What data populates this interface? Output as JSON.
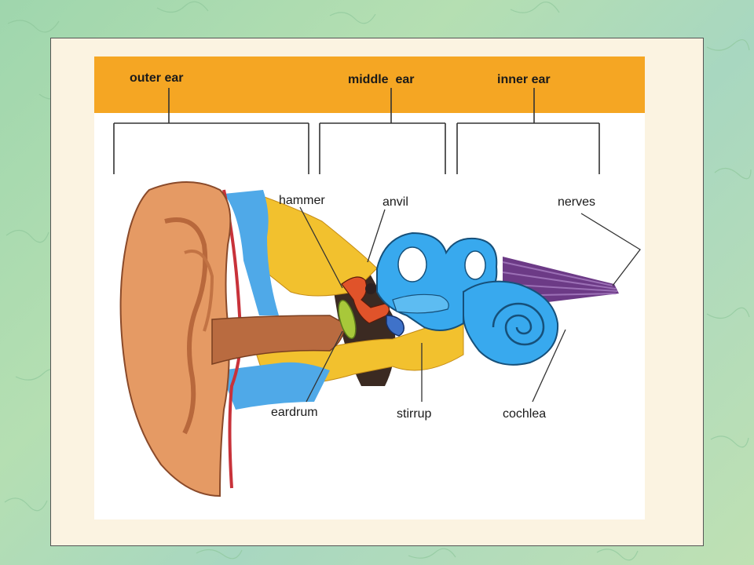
{
  "header": {
    "band_color": "#f5a623",
    "sections": {
      "outer": "outer ear",
      "middle": "middle  ear",
      "inner": "inner ear"
    }
  },
  "labels": {
    "hammer": "hammer",
    "anvil": "anvil",
    "nerves": "nerves",
    "eardrum": "eardrum",
    "stirrup": "stirrup",
    "cochlea": "cochlea"
  },
  "colors": {
    "skin": "#e59a64",
    "canal": "#b96b40",
    "bone": "#f2c12e",
    "fluid_blue": "#4fa9e8",
    "cochlea_blue": "#38a9ee",
    "nerve_purple": "#6c3a86",
    "eardrum_green": "#a8c83a",
    "vessel_red": "#c8323a"
  }
}
